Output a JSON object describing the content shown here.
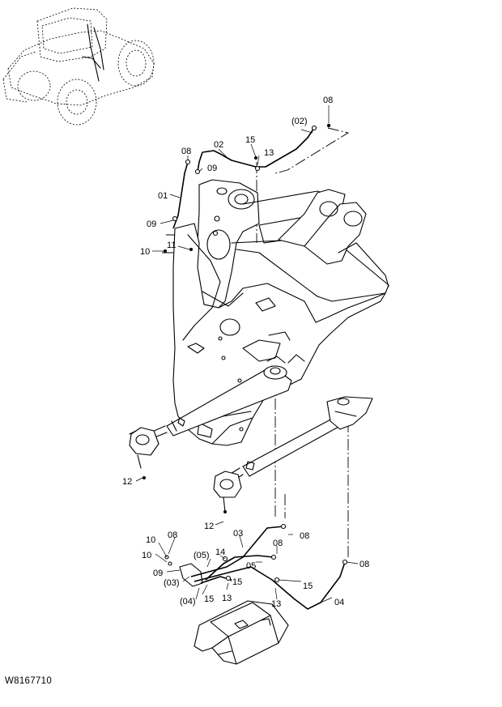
{
  "drawing_code": "W8167710",
  "callouts": {
    "c08_top": "08",
    "c02_paren": "(02)",
    "c15_top": "15",
    "c02": "02",
    "c13_top": "13",
    "c08_left": "08",
    "c09_top": "09",
    "c01": "01",
    "c09_left": "09",
    "c11": "11",
    "c10_top": "10",
    "c12_left": "12",
    "c12_mid": "12",
    "c03": "03",
    "c08_b1": "08",
    "c08_b2": "08",
    "c05": "05",
    "c08_b3": "08",
    "c10_b1": "10",
    "c08_b4": "08",
    "c10_b2": "10",
    "c05_paren": "(05)",
    "c14": "14",
    "c09_b": "09",
    "c03_paren": "(03)",
    "c15_b1": "15",
    "c15_b2": "15",
    "c04_paren": "(04)",
    "c15_b3": "15",
    "c13_b1": "13",
    "c13_b2": "13",
    "c04": "04"
  },
  "icons": {
    "machine_locator": "wheel-loader-locator-icon"
  }
}
